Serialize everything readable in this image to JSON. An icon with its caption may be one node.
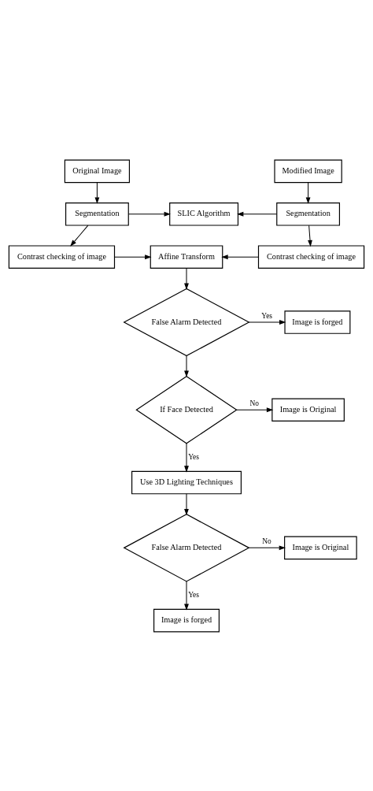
{
  "diagram": {
    "nodes": [
      {
        "text": [
          "Original Image"
        ]
      },
      {
        "text": [
          "Modified Image"
        ]
      },
      {
        "text": [
          "Segmentation"
        ]
      },
      {
        "text": [
          "SLIC Algorithm"
        ]
      },
      {
        "text": [
          "Segmentation"
        ]
      },
      {
        "text": [
          "Contrast checking of image"
        ]
      },
      {
        "text": [
          "Affine Transform"
        ]
      },
      {
        "text": [
          "Contrast checking of image"
        ]
      },
      {
        "text": [
          "False Alarm Detected"
        ]
      },
      {
        "text": [
          "Image is forged"
        ]
      },
      {
        "text": [
          "If Face Detected"
        ]
      },
      {
        "text": [
          "Image is Original"
        ]
      },
      {
        "text": [
          "Use 3D Lighting Techniques"
        ]
      },
      {
        "text": [
          "False Alarm Detected"
        ]
      },
      {
        "text": [
          "Image is Original"
        ]
      },
      {
        "text": [
          "Image is forged"
        ]
      }
    ],
    "edges": [
      {
        "from": 0,
        "to": 2,
        "arrow": "to"
      },
      {
        "from": 1,
        "to": 4,
        "arrow": "to"
      },
      {
        "from": 2,
        "to": 3,
        "arrow": "to"
      },
      {
        "from": 4,
        "to": 3,
        "arrow": "to"
      },
      {
        "from": 2,
        "to": 5,
        "arrow": "to"
      },
      {
        "from": 4,
        "to": 7,
        "arrow": "to"
      },
      {
        "from": 5,
        "to": 6,
        "arrow": "to"
      },
      {
        "from": 7,
        "to": 6,
        "arrow": "to"
      },
      {
        "from": 6,
        "to": 8,
        "arrow": "to"
      },
      {
        "from": 8,
        "to": 9,
        "arrow": "to",
        "label": "Yes"
      },
      {
        "from": 8,
        "to": 10,
        "arrow": "to"
      },
      {
        "from": 10,
        "to": 11,
        "arrow": "to",
        "label": "No"
      },
      {
        "from": 10,
        "to": 12,
        "arrow": "to",
        "label": "Yes"
      },
      {
        "from": 12,
        "to": 13,
        "arrow": "to"
      },
      {
        "from": 13,
        "to": 14,
        "arrow": "to",
        "label": "No"
      },
      {
        "from": 13,
        "to": 15,
        "arrow": "to",
        "label": "Yes"
      }
    ]
  }
}
